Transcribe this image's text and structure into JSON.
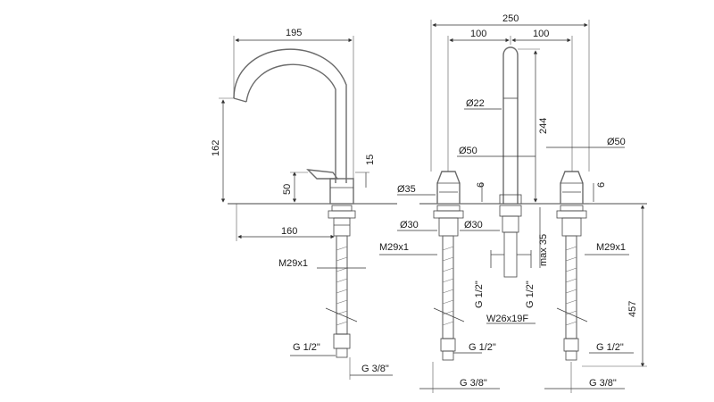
{
  "left_faucet": {
    "width_label": "195",
    "height_label": "162",
    "lever_height_label": "15",
    "base_height_label": "50",
    "projection_label": "160",
    "thread_label": "M29x1",
    "inlet_label": "G 1/2\"",
    "outlet_label": "G 3/8\""
  },
  "right_set": {
    "overall_width_label": "250",
    "left_spacing_label": "100",
    "right_spacing_label": "100",
    "spout_tip_dia_label": "Ø22",
    "spout_height_label": "244",
    "spout_base_dia_label": "Ø50",
    "right_handle_dia_label": "Ø50",
    "handle_base_dia_label": "Ø35",
    "deck_gap_left_label": "6",
    "deck_gap_right_label": "6",
    "shank_dia_left_label": "Ø30",
    "shank_dia_center_label": "Ø30",
    "max_thickness_label": "max 35",
    "total_depth_label": "457",
    "thread_left_label": "M29x1",
    "thread_right_label": "M29x1",
    "center_inlet_left_label": "G 1/2\"",
    "center_inlet_right_label": "G 1/2\"",
    "center_connector_label": "W26x19F",
    "left_inlet_label": "G 1/2\"",
    "right_inlet_label": "G 1/2\"",
    "left_outlet_label": "G 3/8\"",
    "right_outlet_label": "G 3/8\""
  }
}
